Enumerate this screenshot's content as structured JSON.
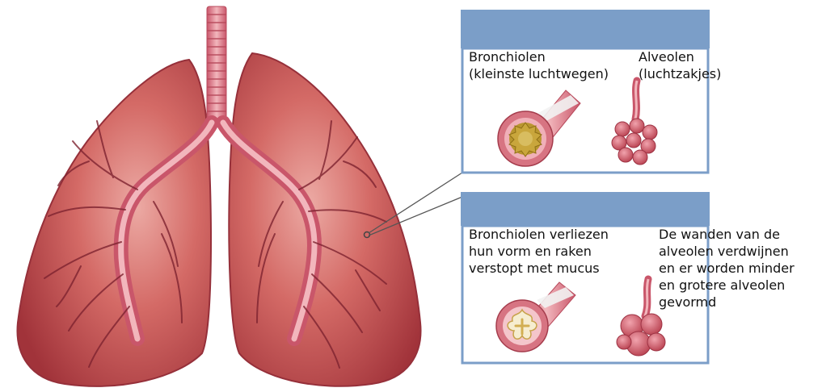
{
  "panels": {
    "healthy": {
      "bronchiole_label": [
        "Bronchiolen",
        "(kleinste luchtwegen)"
      ],
      "alveoli_label": [
        "Alveolen",
        "(luchtzakjes)"
      ]
    },
    "diseased": {
      "bronchiole_label": [
        "Bronchiolen verliezen",
        "hun vorm en raken",
        "verstopt met mucus"
      ],
      "alveoli_label": [
        "De wanden van de",
        "alveolen verdwijnen",
        "en er worden minder",
        "en grotere alveolen",
        "gevormd"
      ]
    }
  },
  "colors": {
    "panel_header": "#7b9ec8",
    "panel_border": "#7b9ec8",
    "lung_dark": "#a8343a",
    "lung_mid": "#c64a4f",
    "lung_light": "#e9a3a0",
    "airway": "#d7707a",
    "airway_light": "#f0b3b6",
    "vessel": "#7e2330",
    "mucus": "#b08a28"
  },
  "icons": [
    "healthy-bronchiole-icon",
    "healthy-alveoli-icon",
    "diseased-bronchiole-icon",
    "diseased-alveoli-icon"
  ]
}
